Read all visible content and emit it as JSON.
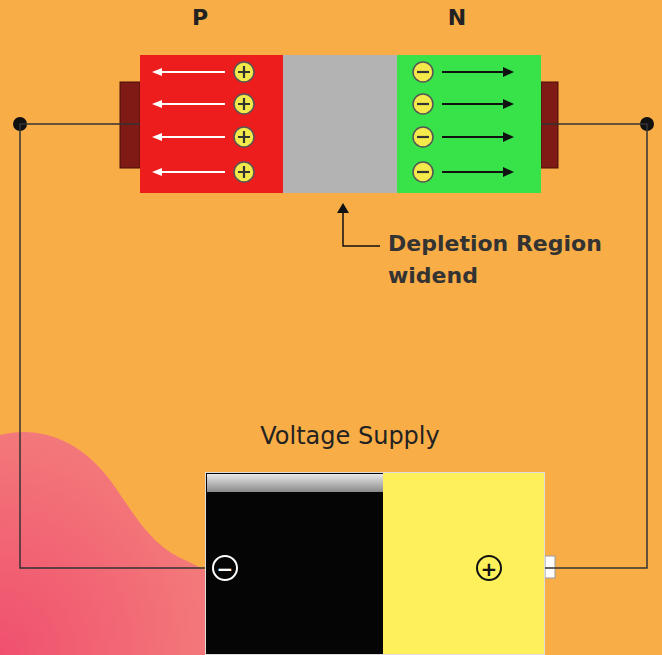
{
  "diagram": {
    "nodes": [
      {
        "text": [
          "P"
        ]
      },
      {
        "text": [
          "N"
        ]
      },
      {
        "text": [
          "Voltage Supply"
        ]
      }
    ],
    "edges": [
      {
        "from": 0,
        "to": 2,
        "arrow": "none"
      },
      {
        "from": 1,
        "to": 2,
        "arrow": "none"
      }
    ],
    "labels": [
      "Depletion Region widend",
      "−",
      "+"
    ]
  }
}
